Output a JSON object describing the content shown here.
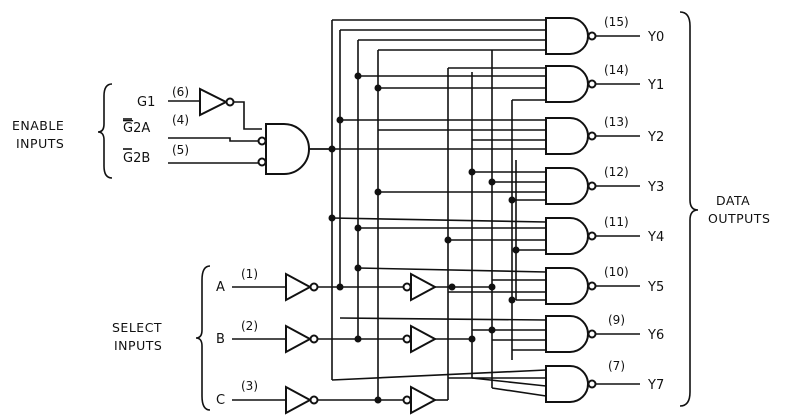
{
  "enable_group": {
    "line1": "ENABLE",
    "line2": "INPUTS"
  },
  "select_group": {
    "line1": "SELECT",
    "line2": "INPUTS"
  },
  "output_group": {
    "line1": "DATA",
    "line2": "OUTPUTS"
  },
  "enable_inputs": [
    {
      "name": "G1",
      "overline": "",
      "pin": "(6)"
    },
    {
      "name": "2A",
      "overline": "G",
      "pin": "(4)"
    },
    {
      "name": "2B",
      "overline": "G",
      "pin": "(5)"
    }
  ],
  "select_inputs": [
    {
      "name": "A",
      "pin": "(1)"
    },
    {
      "name": "B",
      "pin": "(2)"
    },
    {
      "name": "C",
      "pin": "(3)"
    }
  ],
  "outputs": [
    {
      "name": "Y0",
      "pin": "(15)"
    },
    {
      "name": "Y1",
      "pin": "(14)"
    },
    {
      "name": "Y2",
      "pin": "(13)"
    },
    {
      "name": "Y3",
      "pin": "(12)"
    },
    {
      "name": "Y4",
      "pin": "(11)"
    },
    {
      "name": "Y5",
      "pin": "(10)"
    },
    {
      "name": "Y6",
      "pin": "(9)"
    },
    {
      "name": "Y7",
      "pin": "(7)"
    }
  ]
}
